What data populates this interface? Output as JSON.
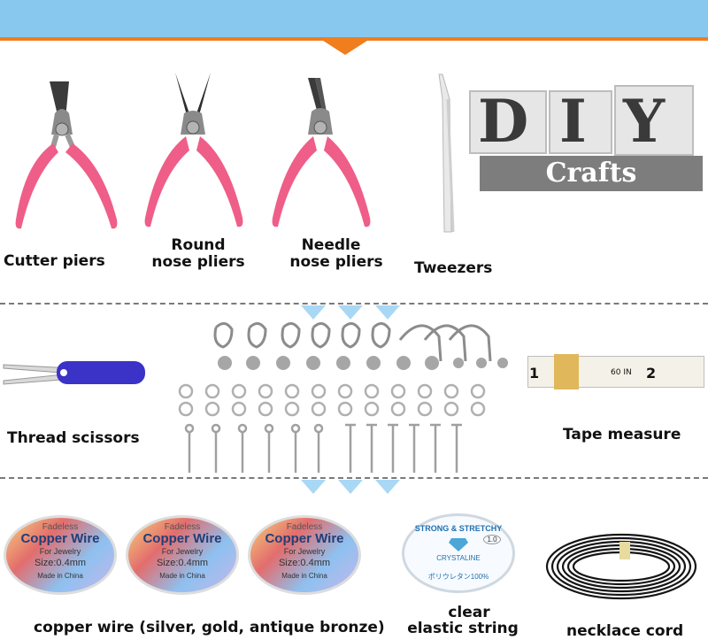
{
  "items": {
    "cutter": "Cutter piers",
    "round_line1": "Round",
    "round_line2": "nose pliers",
    "needle_line1": "Needle",
    "needle_line2": "nose pliers",
    "tweezers": "Tweezers",
    "thread_scissors": "Thread scissors",
    "tape_measure": "Tape measure",
    "copper_wire": "copper wire (silver, gold, antique bronze)",
    "clear_line1": "clear",
    "clear_line2": "elastic string",
    "necklace_cord": "necklace cord"
  },
  "logo": {
    "d": "D",
    "i": "I",
    "y": "Y",
    "crafts": "Crafts"
  },
  "tape": {
    "n1": "1",
    "n60": "60 IN",
    "n2": "2"
  },
  "spool": {
    "brand": "Fadeless",
    "title": "Copper Wire",
    "sub": "For Jewelry",
    "size": "Size:0.4mm",
    "made": "Made in China"
  },
  "elastic": {
    "arc": "STRONG & STRETCHY",
    "mid": "CRYSTALINE",
    "size": "1.0",
    "bottom": "ポリウレタン100%"
  },
  "colors": {
    "pink_handle": "#ef5e88",
    "top_bar": "#88c8ee",
    "accent": "#f07d1e",
    "arrow": "#a9d8f5",
    "scissor_blue": "#3b32c7"
  }
}
